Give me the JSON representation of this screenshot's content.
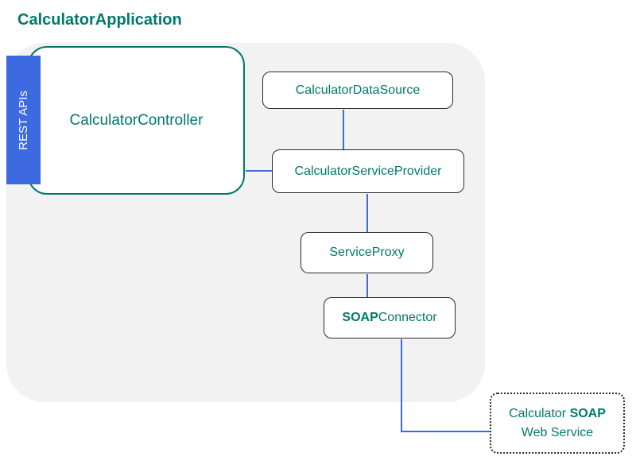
{
  "page": {
    "title": "CalculatorApplication"
  },
  "rest_apis_label": "REST APIs",
  "colors": {
    "teal_text": "#00796C",
    "connector_blue": "#3D6AE1",
    "container_gray": "#F2F2F2",
    "box_border": "#2B2B2B"
  },
  "nodes": {
    "controller": {
      "label": "CalculatorController"
    },
    "data_source": {
      "label": "CalculatorDataSource"
    },
    "service_provider": {
      "label": "CalculatorServiceProvider"
    },
    "service_proxy": {
      "label": "ServiceProxy"
    },
    "soap_connector": {
      "bold": "SOAP",
      "rest": "Connector"
    },
    "web_service": {
      "line1_normal": "Calculator ",
      "line1_bold": "SOAP",
      "line2": "Web Service"
    }
  }
}
